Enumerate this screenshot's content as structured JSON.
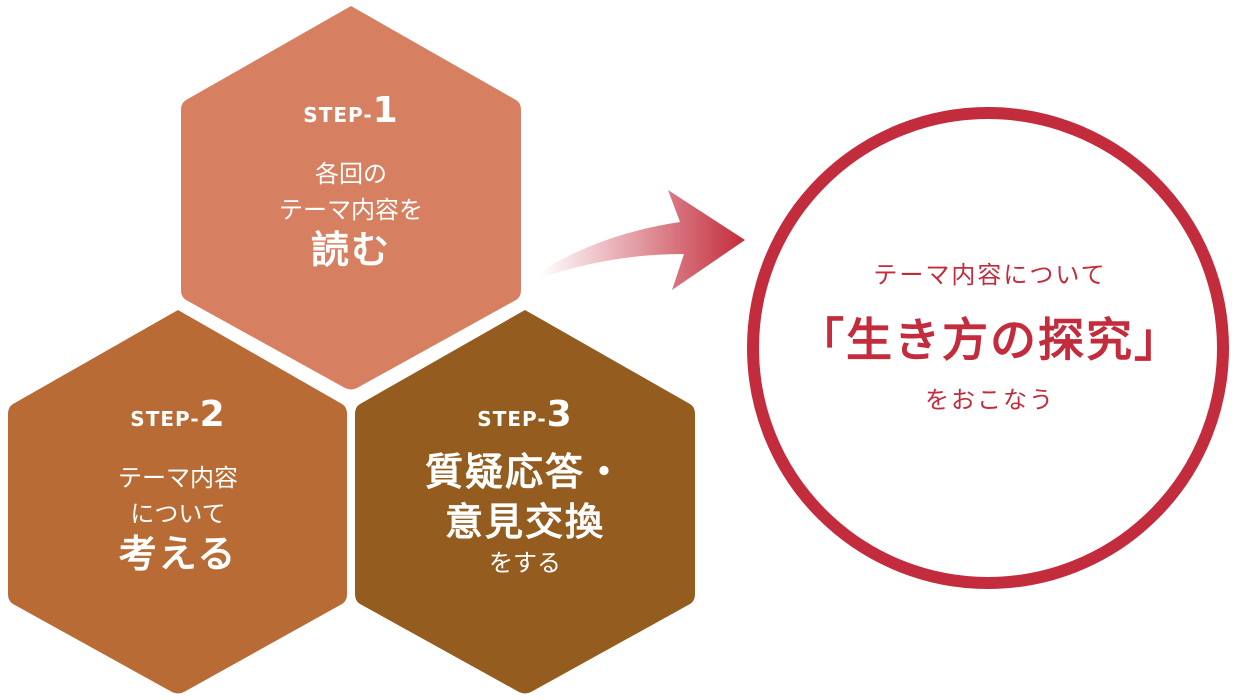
{
  "colors": {
    "step1_fill": "#d78061",
    "step2_fill": "#b86b34",
    "step3_fill": "#945c1f",
    "accent_red": "#c32c3c",
    "text_white": "#ffffff"
  },
  "steps": [
    {
      "prefix": "STEP-",
      "number": "1",
      "line1": "各回の",
      "line2": "テーマ内容を",
      "big": "読む"
    },
    {
      "prefix": "STEP-",
      "number": "2",
      "line1": "テーマ内容",
      "line2": "について",
      "big": "考える"
    },
    {
      "prefix": "STEP-",
      "number": "3",
      "big1": "質疑応答・",
      "big2": "意見交換",
      "sub": "をする"
    }
  ],
  "result": {
    "top": "テーマ内容について",
    "main": "「生き方の探究」",
    "bottom": "をおこなう"
  }
}
